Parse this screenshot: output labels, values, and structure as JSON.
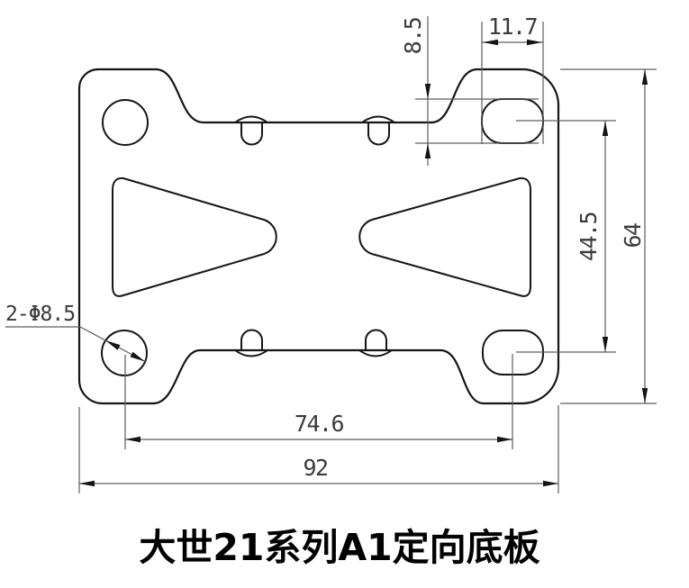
{
  "title": "大世21系列A1定向底板",
  "dimensions": {
    "slot_width": "11.7",
    "slot_height": "8.5",
    "hole_pitch_vertical": "44.5",
    "plate_height": "64",
    "hole_pitch_horizontal": "74.6",
    "plate_width": "92",
    "hole_callout": "2-Φ8.5"
  },
  "colors": {
    "background": "#ffffff",
    "outline": "#161616",
    "dimension_lines": "#5e5e5e",
    "dimension_text": "#3a3a3a",
    "title_text": "#000000"
  }
}
